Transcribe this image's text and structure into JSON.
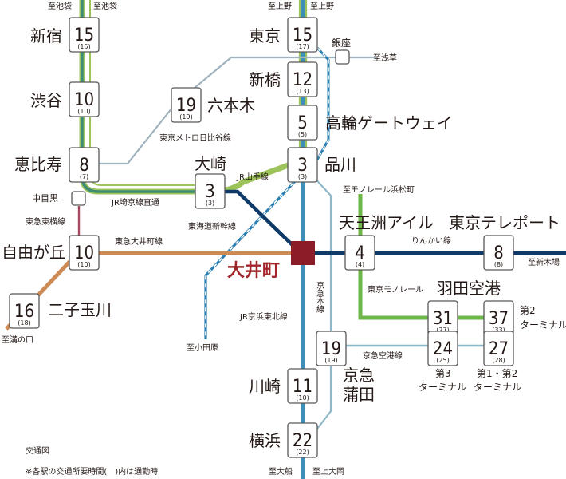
{
  "stations": {
    "shinjuku": {
      "name": "新宿",
      "time": "15",
      "rush": "(15)"
    },
    "shibuya": {
      "name": "渋谷",
      "time": "10",
      "rush": "(10)"
    },
    "ebisu": {
      "name": "恵比寿",
      "time": "8",
      "rush": "(7)"
    },
    "nakameguro": {
      "name": "中目黒"
    },
    "jiyugaoka": {
      "name": "自由が丘",
      "time": "10",
      "rush": "(10)"
    },
    "futakotamagawa": {
      "name": "二子玉川",
      "time": "16",
      "rush": "(18)"
    },
    "roppongi": {
      "name": "六本木",
      "time": "19",
      "rush": "(19)"
    },
    "osaki": {
      "name": "大崎",
      "time": "3",
      "rush": "(3)"
    },
    "tokyo": {
      "name": "東京",
      "time": "15",
      "rush": "(17)"
    },
    "ginza": {
      "name": "銀座"
    },
    "shimbashi": {
      "name": "新橋",
      "time": "12",
      "rush": "(13)"
    },
    "takanawa": {
      "name": "高輪ゲートウェイ",
      "time": "5",
      "rush": "(5)"
    },
    "shinagawa": {
      "name": "品川",
      "time": "3",
      "rush": "(3)"
    },
    "oimachi": {
      "name": "大井町"
    },
    "tennozu": {
      "name": "天王洲アイル",
      "time": "4",
      "rush": "(4)"
    },
    "teleport": {
      "name": "東京テレポート",
      "time": "8",
      "rush": "(8)"
    },
    "haneda": {
      "name": "羽田空港"
    },
    "haneda_t2": {
      "time": "37",
      "rush": "(33)",
      "label1": "第2",
      "label2": "ターミナル"
    },
    "haneda_mono": {
      "time": "31",
      "rush": "(27)"
    },
    "haneda_t3": {
      "time": "24",
      "rush": "(25)",
      "label1": "第3",
      "label2": "ターミナル"
    },
    "haneda_t12": {
      "time": "27",
      "rush": "(28)",
      "label1": "第1・第2",
      "label2": "ターミナル"
    },
    "kamata": {
      "name1": "京急",
      "name2": "蒲田",
      "time": "19",
      "rush": "(19)"
    },
    "kawasaki": {
      "name": "川崎",
      "time": "11",
      "rush": "(10)"
    },
    "yokohama": {
      "name": "横浜",
      "time": "22",
      "rush": "(22)"
    }
  },
  "lines": {
    "hibiya": "東京メトロ日比谷線",
    "saikyo": "JR埼京線直通",
    "yamanote": "JR山手線",
    "toyoko": "東急東横線",
    "oimachi_line": "東急大井町線",
    "tokaido": "東海道新幹線",
    "rinkai": "りんかい線",
    "monorail": "東京モノレール",
    "keikyu_main": "京急本線",
    "keihin_tohoku": "JR京浜東北線",
    "keikyu_airport": "京急空港線"
  },
  "destinations": {
    "ikebukuro_a": "至池袋",
    "ikebukuro_b": "至池袋",
    "ueno_a": "至上野",
    "ueno_b": "至上野",
    "asakusa": "至浅草",
    "hamamatsucho": "至モノレール浜松町",
    "shinkiba": "至新木場",
    "mizonokuchi": "至溝の口",
    "odawara": "至小田原",
    "ofuna": "至大船",
    "kamiooka": "至上大岡"
  },
  "notes": {
    "title": "交通図",
    "detail": "※各駅の交通所要時間(　)内は通勤時"
  },
  "colors": {
    "yamanote": "#9dc35b",
    "saikyo": "#3e8c76",
    "hibiya": "#9fb2bd",
    "keihin": "#3d8fb8",
    "rinkai": "#0d3a68",
    "monorail": "#6db64a",
    "oimachi_line": "#cc8a55",
    "toyoko": "#a44a5f",
    "tokaido": "#2a7fb2",
    "keikyu_grey": "#8eb8c8",
    "hub": "#8c1d28"
  }
}
